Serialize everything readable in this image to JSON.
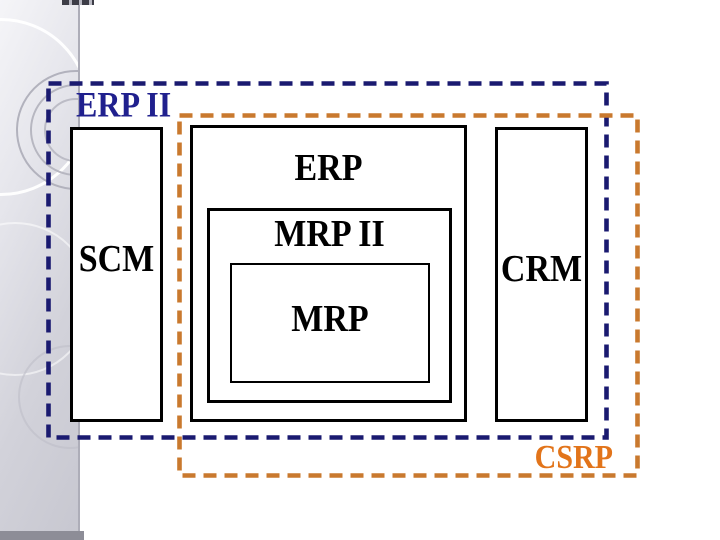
{
  "slide": {
    "kind": "presentation-slide-diagram",
    "background": "#ffffff"
  },
  "colors": {
    "navy": "#1a1a70",
    "navytext": "#20208e",
    "orange": "#c9792e",
    "orangetext": "#e2741a",
    "box_border": "#000000",
    "box_fill": "#ffffff",
    "sidebar_gray": "#d3d3db"
  },
  "diagram": {
    "erp2_label": "ERP II",
    "csrp_label": "CSRP",
    "scm_label": "SCM",
    "erp_label": "ERP",
    "mrp2_label": "MRP II",
    "mrp_label": "MRP",
    "crm_label": "CRM"
  }
}
